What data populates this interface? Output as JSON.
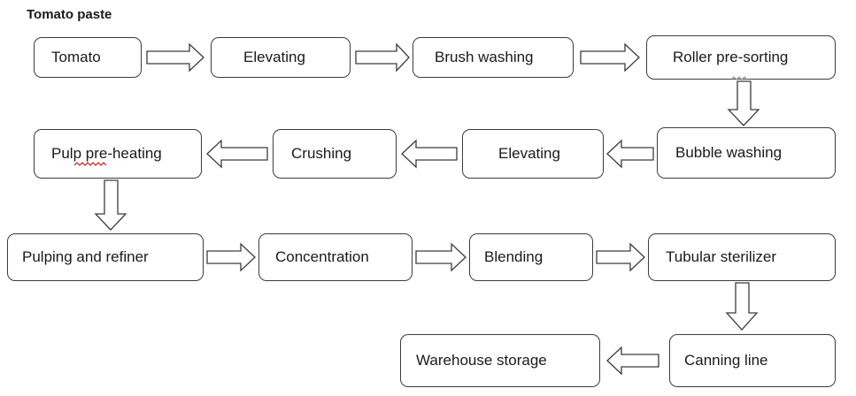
{
  "title": "Tomato paste",
  "steps": [
    "Tomato",
    "Elevating",
    "Brush washing",
    "Roller pre-sorting",
    "Bubble washing",
    "Elevating",
    "Crushing",
    "Pulp pre-heating",
    "Pulping and refiner",
    "Concentration",
    "Blending",
    "Tubular sterilizer",
    "Canning line",
    "Warehouse storage"
  ],
  "colors": {
    "border": "#3c3c3c",
    "spellcheck": "#cc0000"
  }
}
